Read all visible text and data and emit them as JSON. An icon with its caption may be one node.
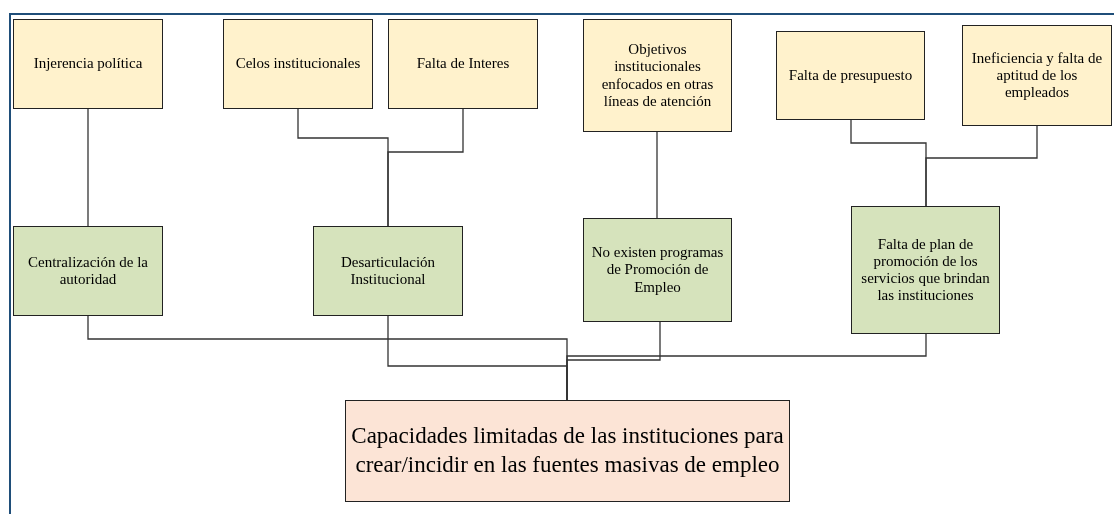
{
  "diagram": {
    "nodes": [
      {
        "text": [
          "Injerencia política"
        ]
      },
      {
        "text": [
          "Celos institucionales"
        ]
      },
      {
        "text": [
          "Falta de Interes"
        ]
      },
      {
        "text": [
          "Objetivos institucionales enfocados en otras líneas de atención"
        ]
      },
      {
        "text": [
          "Falta de presupuesto"
        ]
      },
      {
        "text": [
          "Ineficiencia y falta de aptitud de los empleados"
        ]
      },
      {
        "text": [
          "Centralización de la autoridad"
        ]
      },
      {
        "text": [
          "Desarticulación Institucional"
        ]
      },
      {
        "text": [
          "No existen programas de Promoción de Empleo"
        ]
      },
      {
        "text": [
          "Falta de plan de promoción de los servicios que brindan las instituciones"
        ]
      },
      {
        "text": [
          "Capacidades limitadas de las instituciones para crear/incidir en las fuentes masivas de empleo"
        ]
      }
    ],
    "edges": [
      {
        "from": 0,
        "to": 6,
        "arrow": "none"
      },
      {
        "from": 1,
        "to": 7,
        "arrow": "none"
      },
      {
        "from": 2,
        "to": 7,
        "arrow": "none"
      },
      {
        "from": 3,
        "to": 8,
        "arrow": "none"
      },
      {
        "from": 4,
        "to": 9,
        "arrow": "none"
      },
      {
        "from": 5,
        "to": 9,
        "arrow": "none"
      },
      {
        "from": 6,
        "to": 10,
        "arrow": "none"
      },
      {
        "from": 7,
        "to": 10,
        "arrow": "none"
      },
      {
        "from": 8,
        "to": 10,
        "arrow": "none"
      },
      {
        "from": 9,
        "to": 10,
        "arrow": "none"
      }
    ]
  }
}
